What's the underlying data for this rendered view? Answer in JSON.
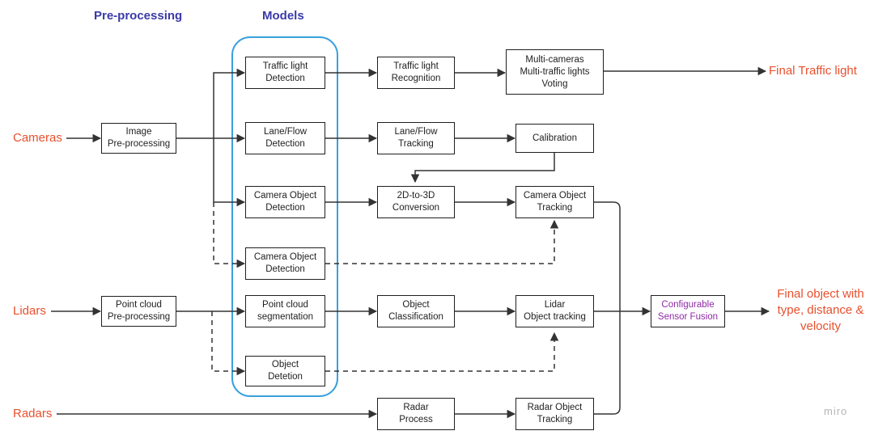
{
  "colors": {
    "header": "#3a3aa8",
    "input_output": "#e8502e",
    "fusion_text": "#8e2aa5",
    "models_border": "#3aa0dd",
    "line": "#333333"
  },
  "headers": {
    "preprocessing": "Pre-processing",
    "models": "Models"
  },
  "inputs": {
    "cameras": "Cameras",
    "lidars": "Lidars",
    "radars": "Radars"
  },
  "outputs": {
    "traffic_light": "Final Traffic light",
    "object": "Final object with\ntype, distance &\nvelocity"
  },
  "nodes": {
    "image_pre": "Image\nPre-processing",
    "pointcloud_pre": "Point cloud\nPre-processing",
    "tl_detection": "Traffic light\nDetection",
    "lane_detection": "Lane/Flow\nDetection",
    "cam_obj_detection_1": "Camera Object\nDetection",
    "cam_obj_detection_2": "Camera Object\nDetection",
    "pc_segmentation": "Point cloud\nsegmentation",
    "obj_detetion": "Object\nDetetion",
    "tl_recognition": "Traffic light\nRecognition",
    "lane_tracking": "Lane/Flow\nTracking",
    "conversion_2d3d": "2D-to-3D\nConversion",
    "obj_classification": "Object\nClassification",
    "radar_process": "Radar\nProcess",
    "voting": "Multi-cameras\nMulti-traffic lights\nVoting",
    "calibration": "Calibration",
    "cam_obj_tracking": "Camera Object\nTracking",
    "lidar_obj_tracking": "Lidar\nObject tracking",
    "radar_obj_tracking": "Radar Object\nTracking",
    "sensor_fusion": "Configurable\nSensor Fusion"
  },
  "watermark": "miro"
}
